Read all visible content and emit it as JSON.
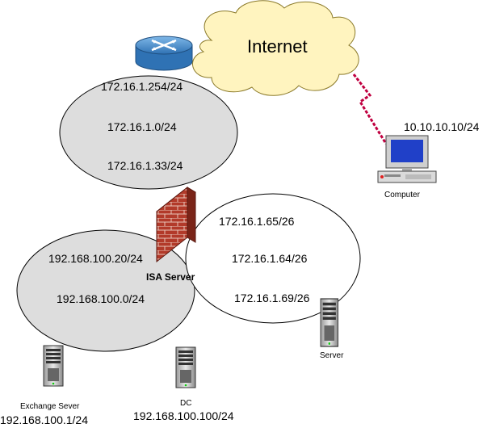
{
  "cloud": {
    "label": "Internet"
  },
  "router": {
    "icon": "router-icon",
    "ip": "172.16.1.254/24"
  },
  "network_top": {
    "address": "172.16.1.0/24",
    "isa_ip": "172.16.1.33/24"
  },
  "network_left": {
    "isa_ip": "192.168.100.20/24",
    "address": "192.168.100.0/24"
  },
  "network_right": {
    "isa_ip": "172.16.1.65/26",
    "address": "172.16.1.64/26",
    "server_ip": "172.16.1.69/26"
  },
  "firewall": {
    "icon": "firewall-icon",
    "label": "ISA Server"
  },
  "computer": {
    "icon": "computer-icon",
    "label": "Computer",
    "ip": "10.10.10.10/24"
  },
  "exchange_server": {
    "icon": "server-icon",
    "label": "Exchange Sever",
    "ip": "192.168.100.1/24"
  },
  "dc_server": {
    "icon": "server-icon",
    "label": "DC",
    "ip": "192.168.100.100/24"
  },
  "right_server": {
    "icon": "server-icon",
    "label": "Server"
  },
  "colors": {
    "cloud_fill": "#FFF4BF",
    "network_fill": "#DDDDDD",
    "router": "#3A86C8",
    "firewall": "#B23A2A",
    "link": "#C00040"
  }
}
